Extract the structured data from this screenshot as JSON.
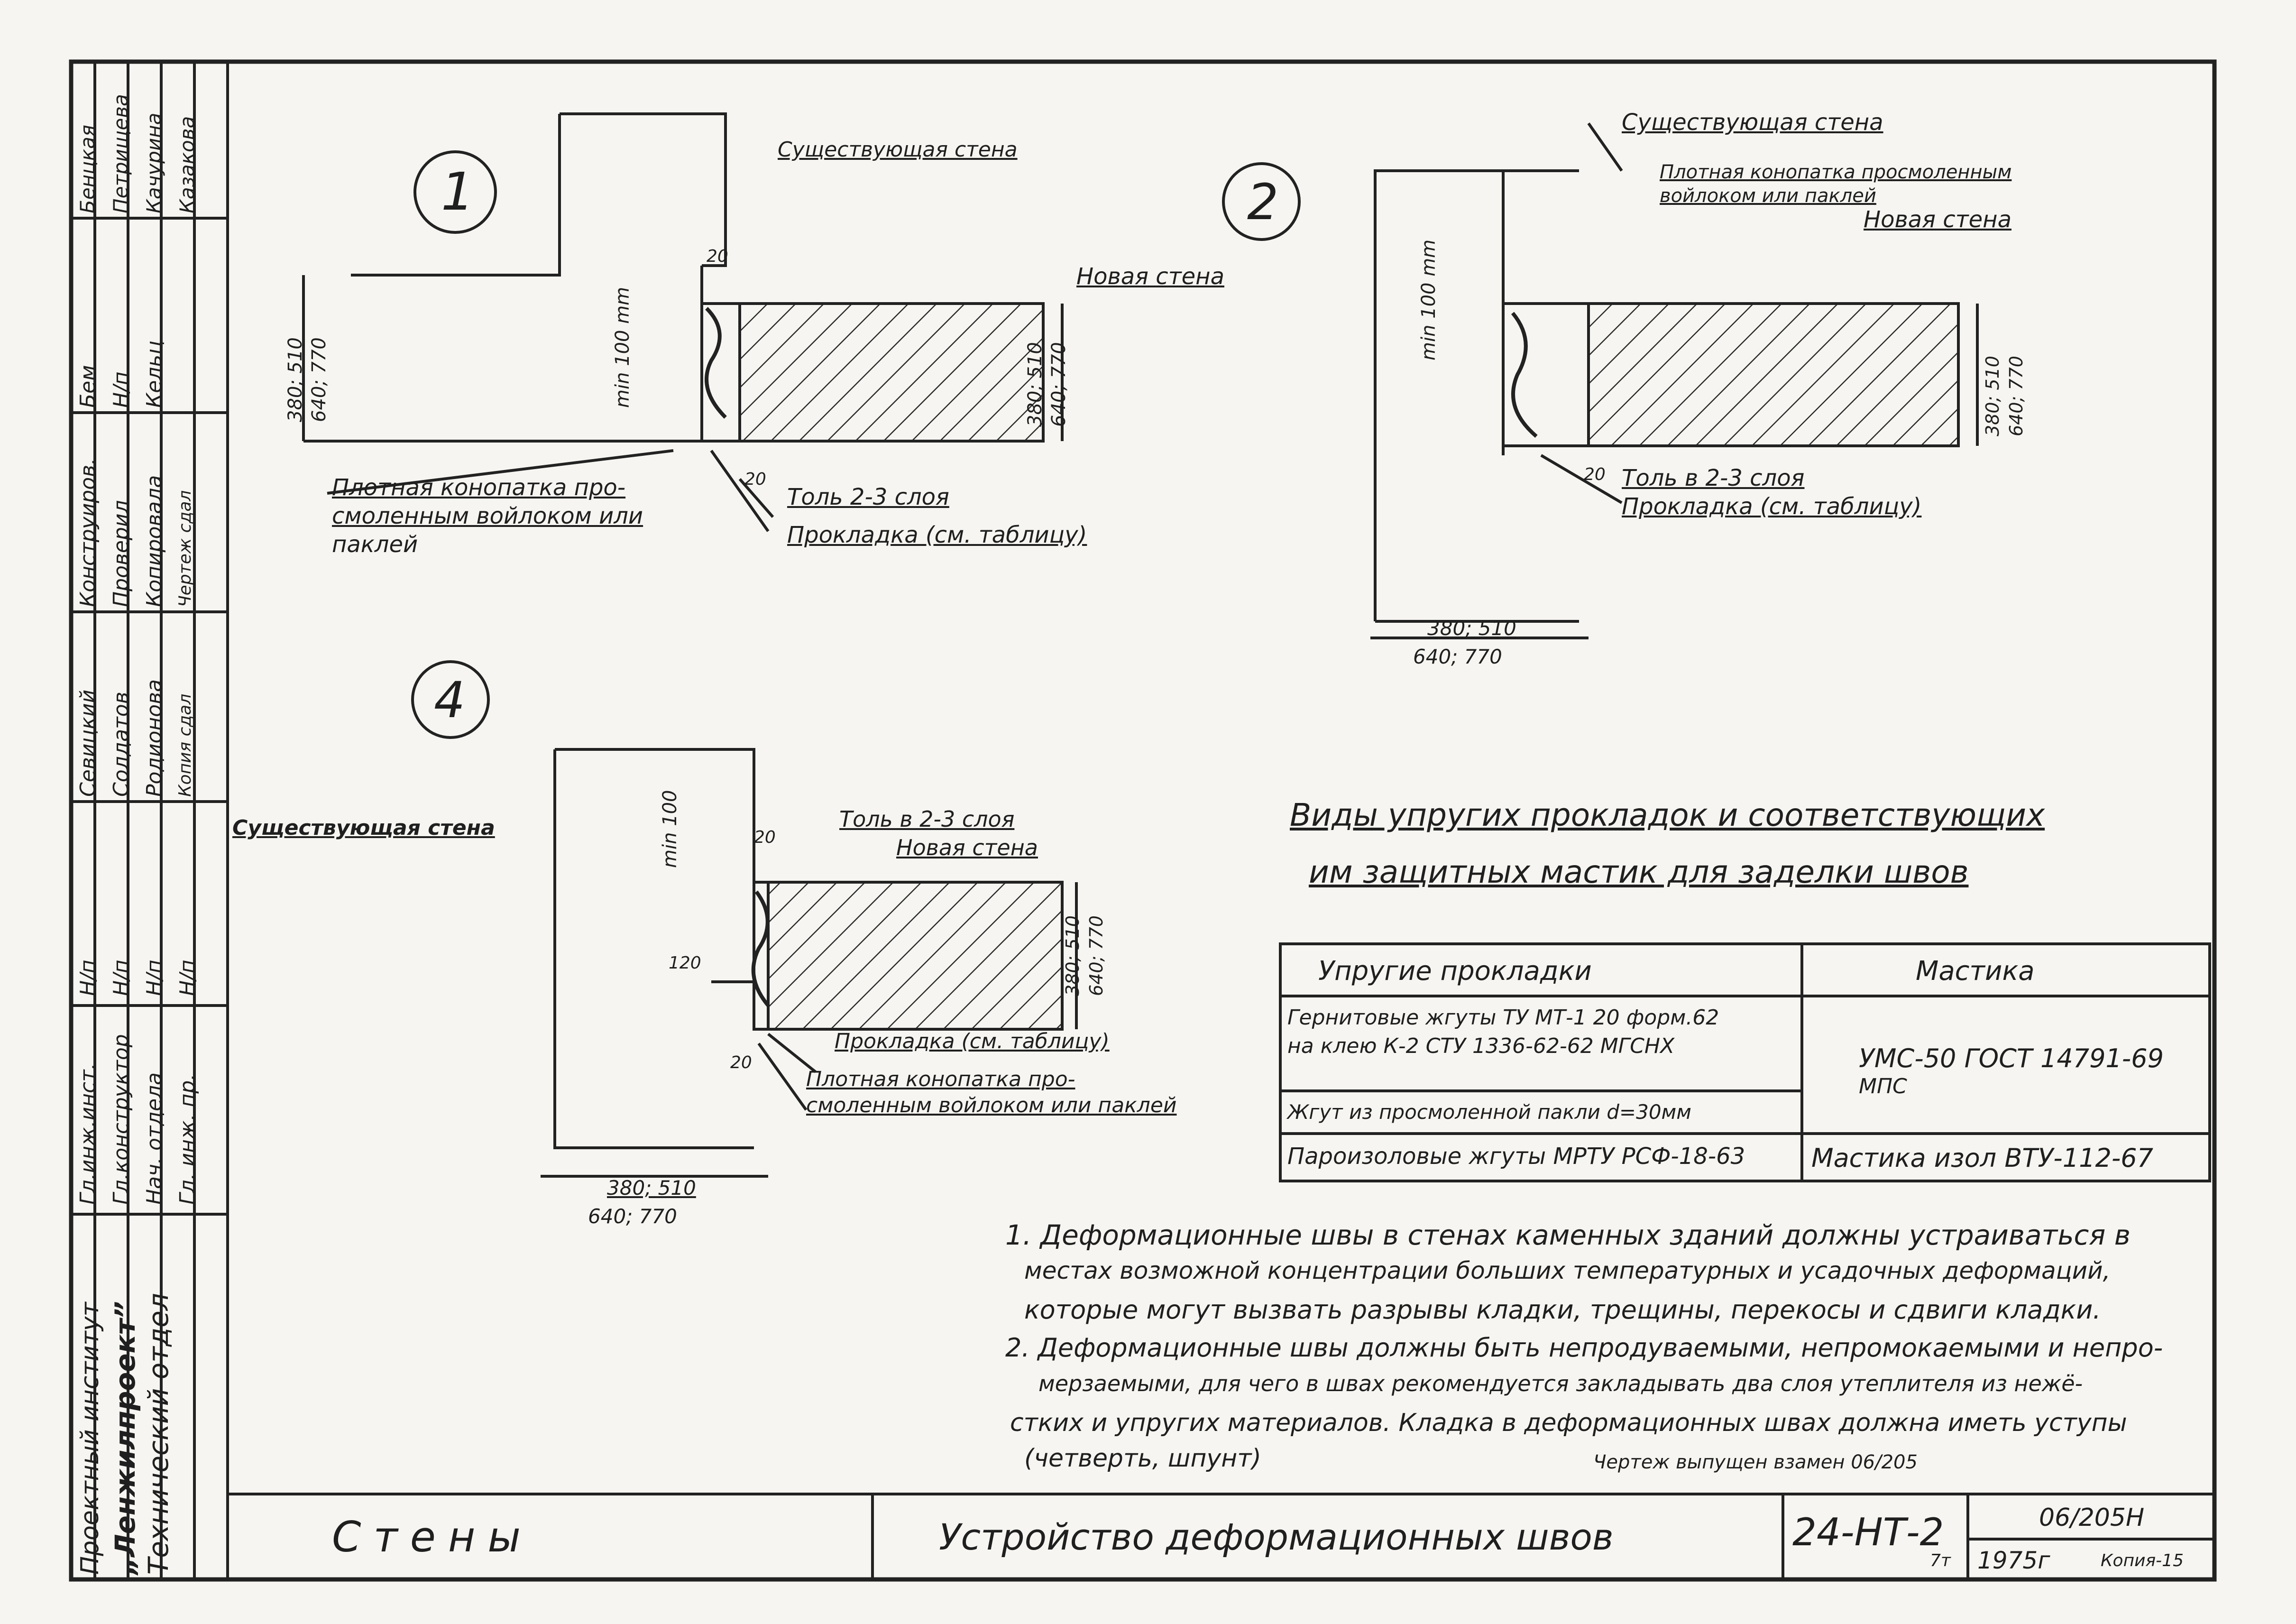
{
  "title_block": {
    "institute_l1": "Проектный институт",
    "institute_l2": "„Ленжилпроект”",
    "department": "Технический отдел",
    "roles": [
      "Гл.инж.инст.",
      "Гл.конструктор",
      "Нач. отдела",
      "Гл. инж. пр."
    ],
    "role_vals": [
      "Н/п",
      "Н/п",
      "Н/п",
      "Н/п"
    ],
    "names_a": [
      "Севицкий",
      "Солдатов",
      "Родионова",
      "Копия сдал"
    ],
    "names_b": [
      "Конструиров.",
      "Проверил",
      "Копировала",
      "Чертеж сдал"
    ],
    "names_c": [
      "Бем",
      "Н/п",
      "Кельц"
    ],
    "names_d": [
      "Бенцкая",
      "Петрищева",
      "Качурина",
      "Казакова"
    ],
    "section": "Стены",
    "title": "Устройство деформационных швов",
    "code": "24-НТ-2",
    "sheet": "7т",
    "series": "06/205Н",
    "year": "1975г",
    "copy": "Копия-15"
  },
  "detail1": {
    "num": "1",
    "labels": [
      "Существующая стена",
      "Плотная конопатка про-",
      "смоленным войлоком или",
      "паклей",
      "Новая стена",
      "Толь 2-3 слоя",
      "Прокладка (см. таблицу)",
      "min 100 mm"
    ],
    "dims": [
      "380; 510",
      "640; 770",
      "20",
      "20"
    ]
  },
  "detail2": {
    "num": "2",
    "labels": [
      "Существующая стена",
      "Плотная конопатка просмоленным",
      "войлоком или паклей",
      "Новая стена",
      "Толь в 2-3 слоя",
      "Прокладка (см. таблицу)",
      "min 100 mm"
    ],
    "dims": [
      "380; 510",
      "640; 770",
      "20"
    ]
  },
  "detail4": {
    "num": "4",
    "labels": [
      "Существующая стена",
      "Толь в 2-3 слоя",
      "Новая стена",
      "Прокладка (см. таблицу)",
      "Плотная конопатка про-",
      "смоленным войлоком или паклей",
      "min 100"
    ],
    "dims": [
      "380; 510",
      "640; 770",
      "20",
      "120",
      "20"
    ]
  },
  "table": {
    "heading_l1": "Виды упругих прокладок и соответствующих",
    "heading_l2": "им защитных мастик для заделки швов",
    "col1": "Упругие прокладки",
    "col2": "Мастика",
    "rows": [
      {
        "gasket": "Гернитовые жгуты ТУ МТ-1 20 форм.62",
        "gasket2": "на клею К-2 СТУ 1336-62-62 МГСНХ"
      },
      {
        "gasket": "Жгут из просмоленной пакли d=30мм"
      },
      {
        "gasket": "Пароизоловые жгуты МРТУ РСФ-18-63"
      }
    ],
    "mastic1_l1": "УМС-50 ГОСТ 14791-69",
    "mastic1_l2": "МПС",
    "mastic2": "Мастика изол ВТУ-112-67"
  },
  "notes": [
    "1. Деформационные швы в стенах каменных зданий должны устраиваться в",
    "местах возможной концентрации больших температурных и усадочных деформаций,",
    "которые могут вызвать разрывы кладки, трещины, перекосы и сдвиги кладки.",
    "2. Деформационные швы должны быть непродуваемыми, непромокаемыми и непро-",
    "мерзаемыми, для чего в швах рекомендуется закладывать два слоя утеплителя из нежё-",
    "стких и упругих материалов. Кладка в деформационных швах должна иметь уступы",
    "(четверть, шпунт)"
  ],
  "issued": "Чертеж выпущен взамен 06/205"
}
